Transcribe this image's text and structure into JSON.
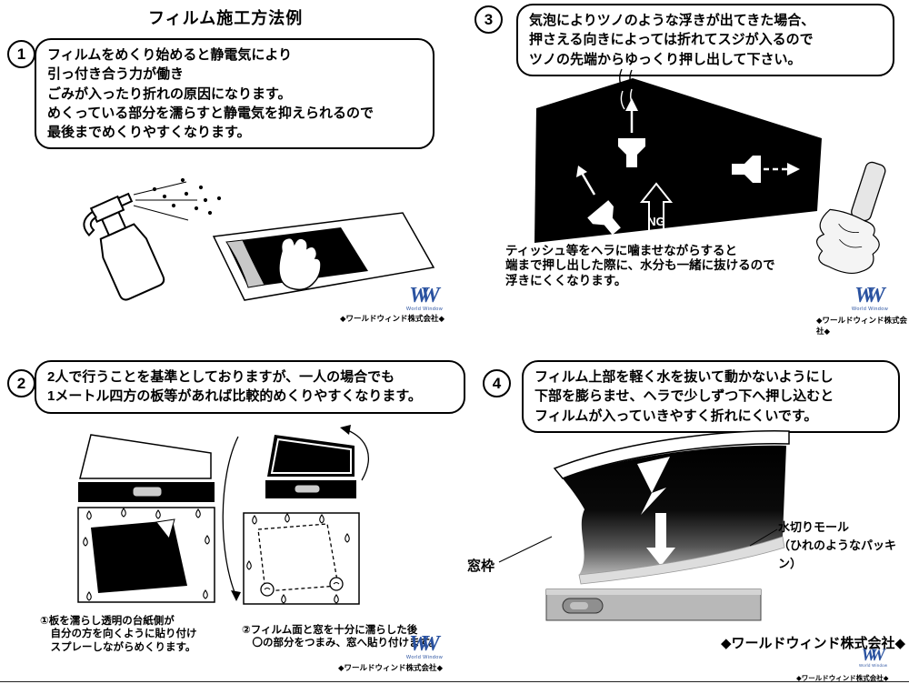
{
  "page": {
    "title": "フィルム施工方法例",
    "company_name": "◆ワールドウィンド株式会社◆",
    "logo": {
      "letters": "WW",
      "subtitle": "World Window"
    }
  },
  "steps": {
    "step1": {
      "number": "1",
      "bubble": "フィルムをめくり始めると静電気により\n引っ付き合う力が働き\nごみが入ったり折れの原因になります。\nめくっている部分を濡らすと静電気を抑えられるので\n最後までめくりやすくなります。"
    },
    "step2": {
      "number": "2",
      "bubble": "2人で行うことを基準としておりますが、一人の場合でも\n1メートル四方の板等があれば比較的めくりやすくなります。",
      "caption_left": "①板を濡らし透明の台紙側が\n　自分の方を向くように貼り付け\n　スプレーしながらめくります。",
      "caption_right": "②フィルム面と窓を十分に濡らした後\n　〇の部分をつまみ、窓へ貼り付けます。"
    },
    "step3": {
      "number": "3",
      "bubble": "気泡によりツノのような浮きが出てきた場合、\n押さえる向きによっては折れてスジが入るので\nツノの先端からゆっくり押し出して下さい。",
      "ng_label": "NG",
      "note": "ティッシュ等をヘラに噛ませながらすると\n端まで押し出した際に、水分も一緒に抜けるので\n浮きにくくなります。"
    },
    "step4": {
      "number": "4",
      "bubble": "フィルム上部を軽く水を抜いて動かないようにし\n下部を膨らませ、ヘラで少しずつ下へ押し込むと\nフィルムが入っていきやすく折れにくいです。",
      "label_window_frame": "窓枠",
      "label_molding": "水切りモール\n（ひれのようなパッキン）"
    }
  },
  "colors": {
    "ink": "#000000",
    "logo_blue": "#2a52a0",
    "sill_gray": "#b8b8b8"
  }
}
